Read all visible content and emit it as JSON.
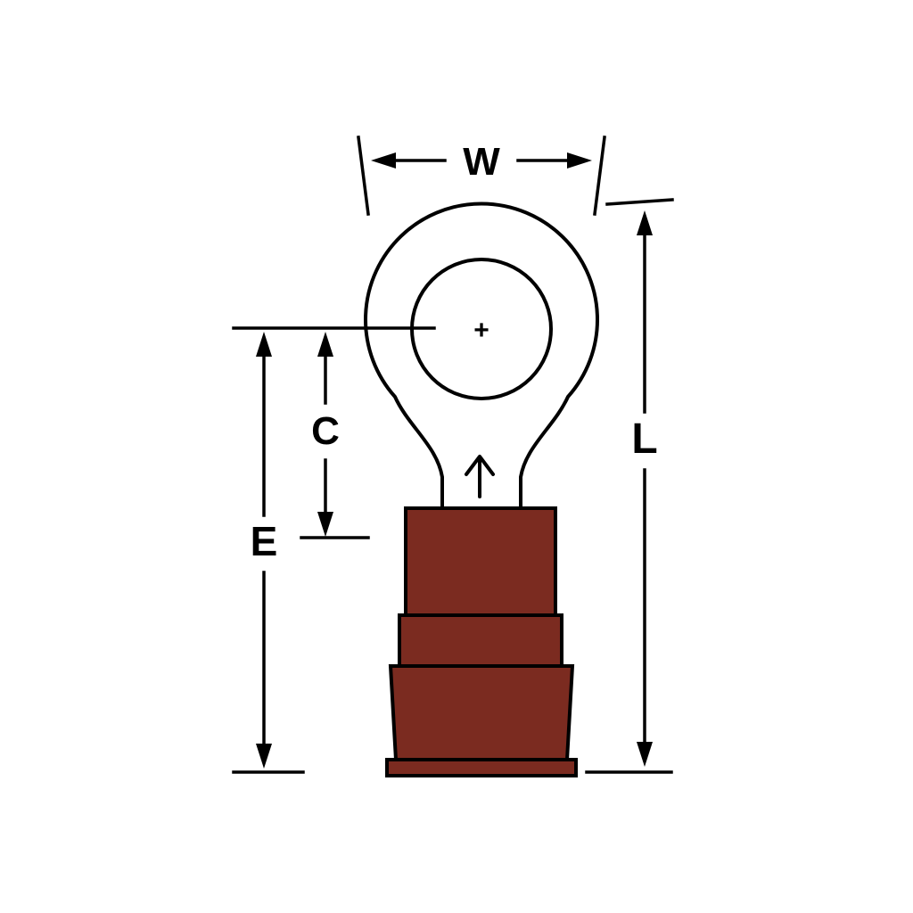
{
  "diagram": {
    "name": "Ring terminal dimensional drawing",
    "labels": {
      "width_dim": "W",
      "stud_center_dim": "C",
      "insulation_dim": "E",
      "length_dim": "L",
      "hole_center_mark": "+"
    },
    "colors": {
      "background": "#ffffff",
      "line": "#000000",
      "insulation": "#7b2b20",
      "terminal_body": "#ffffff"
    }
  }
}
